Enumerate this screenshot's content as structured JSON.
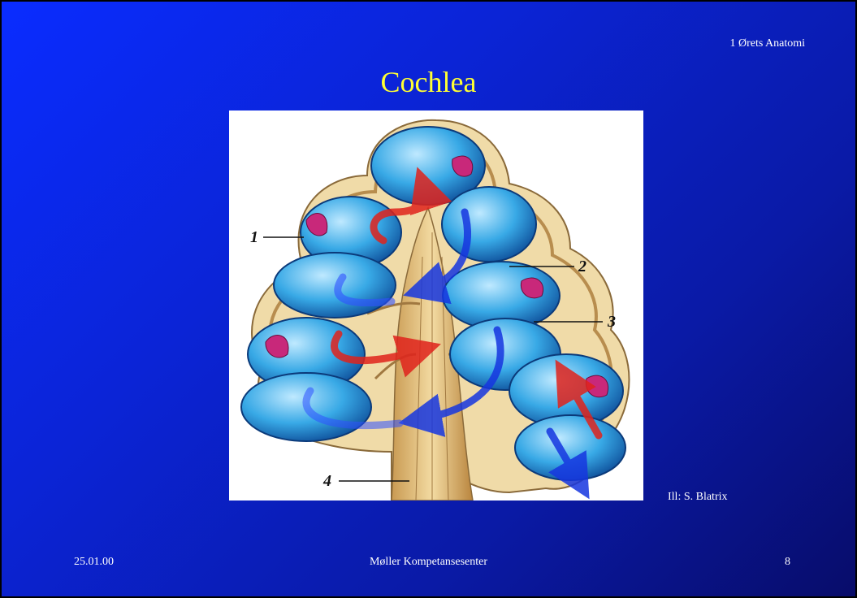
{
  "header": {
    "section": "1 Ørets Anatomi",
    "title": "Cochlea"
  },
  "figure": {
    "callouts": [
      "1",
      "2",
      "3",
      "4"
    ],
    "credit": "Ill: S. Blatrix"
  },
  "footer": {
    "date": "25.01.00",
    "organization": "Møller Kompetansesenter",
    "page_number": "8"
  }
}
